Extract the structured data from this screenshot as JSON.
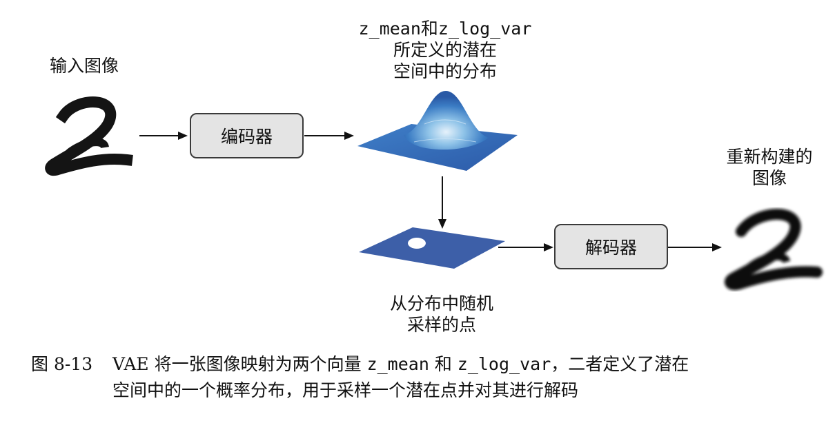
{
  "labels": {
    "input_image": "输入图像",
    "encoder": "编码器",
    "latent_top_line1_mono_a": "z_mean",
    "latent_top_line1_mid": "和",
    "latent_top_line1_mono_b": "z_log_var",
    "latent_top_line2": "所定义的潜在",
    "latent_top_line3": "空间中的分布",
    "sample_line1": "从分布中随机",
    "sample_line2": "采样的点",
    "decoder": "解码器",
    "reconstructed_line1": "重新构建的",
    "reconstructed_line2": "图像"
  },
  "caption": {
    "number": "图 8-13",
    "text_a": "VAE 将一张图像映射为两个向量 ",
    "mono_a": "z_mean",
    "text_b": " 和 ",
    "mono_b": "z_log_var",
    "text_c": "，二者定义了潜在",
    "line2": "空间中的一个概率分布，用于采样一个潜在点并对其进行解码"
  },
  "colors": {
    "box_fill": "#e4e4e4",
    "surface_blue": "#2f63b0",
    "plane_blue": "#3d5fa8",
    "digit": "#0d0d0d"
  }
}
